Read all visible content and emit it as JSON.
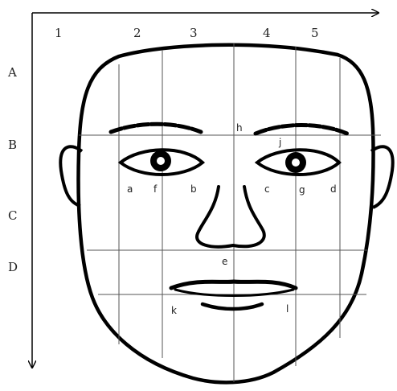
{
  "columns": [
    {
      "id": "col-1",
      "label": "1"
    },
    {
      "id": "col-2",
      "label": "2"
    },
    {
      "id": "col-3",
      "label": "3"
    },
    {
      "id": "col-4",
      "label": "4"
    },
    {
      "id": "col-5",
      "label": "5"
    }
  ],
  "rows": [
    {
      "id": "row-a",
      "label": "A"
    },
    {
      "id": "row-b",
      "label": "B"
    },
    {
      "id": "row-c",
      "label": "C"
    },
    {
      "id": "row-d",
      "label": "D"
    }
  ],
  "points": {
    "h": "h",
    "j": "j",
    "a": "a",
    "f": "f",
    "b": "b",
    "c": "c",
    "g": "g",
    "d": "d",
    "e": "e",
    "k": "k",
    "l": "l"
  },
  "colors": {
    "stroke": "#000000",
    "grid": "#555555",
    "background": "#ffffff"
  }
}
